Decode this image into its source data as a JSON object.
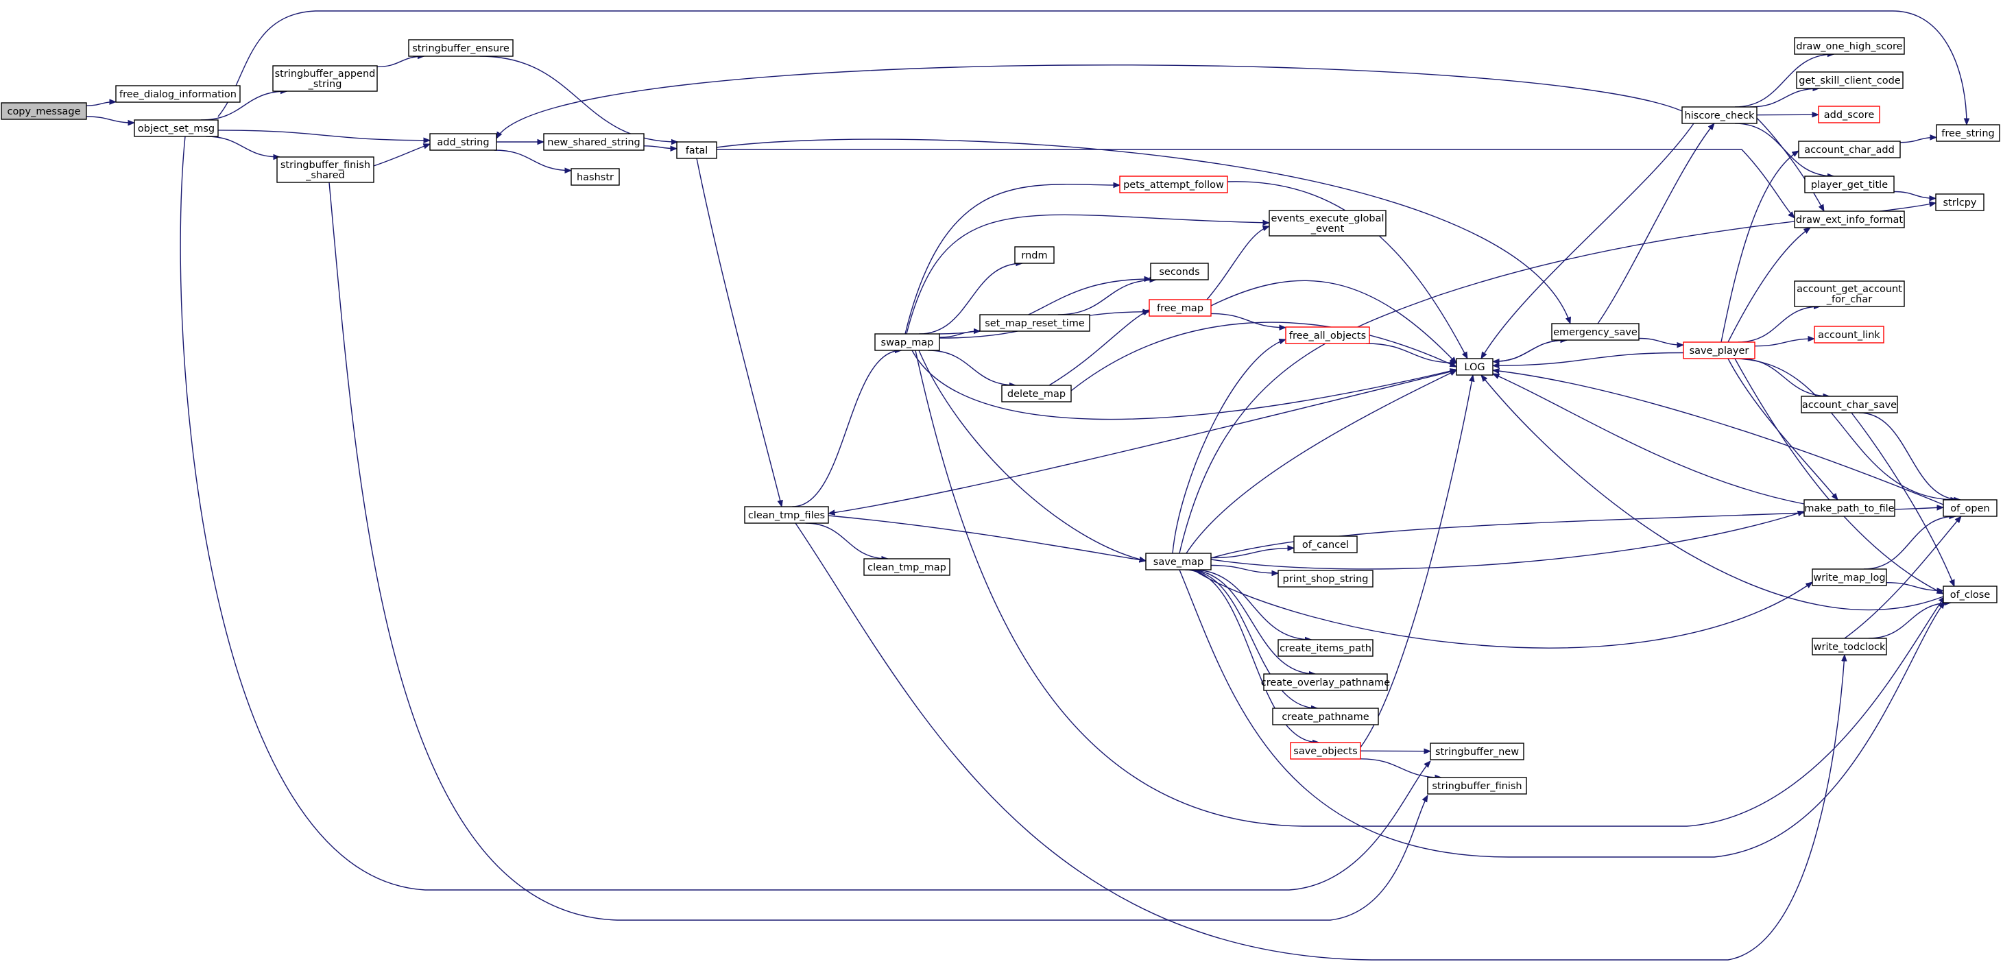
{
  "colors": {
    "edge": "#191970",
    "normal_border": "#000000",
    "truncated_border": "#ff0000",
    "root_fill": "#bfbfbf",
    "node_fill": "#ffffff",
    "text": "#000000"
  },
  "nodes": [
    {
      "id": "copy_message",
      "lines": [
        "copy_message"
      ],
      "style": "root"
    },
    {
      "id": "free_dialog_information",
      "lines": [
        "free_dialog_information"
      ],
      "style": "normal"
    },
    {
      "id": "object_set_msg",
      "lines": [
        "object_set_msg"
      ],
      "style": "normal"
    },
    {
      "id": "free_string",
      "lines": [
        "free_string"
      ],
      "style": "normal"
    },
    {
      "id": "stringbuffer_append_string",
      "lines": [
        "stringbuffer_append",
        "_string"
      ],
      "style": "normal"
    },
    {
      "id": "stringbuffer_ensure",
      "lines": [
        "stringbuffer_ensure"
      ],
      "style": "normal"
    },
    {
      "id": "add_string",
      "lines": [
        "add_string"
      ],
      "style": "normal"
    },
    {
      "id": "stringbuffer_finish_shared",
      "lines": [
        "stringbuffer_finish",
        "_shared"
      ],
      "style": "normal"
    },
    {
      "id": "new_shared_string",
      "lines": [
        "new_shared_string"
      ],
      "style": "normal"
    },
    {
      "id": "hashstr",
      "lines": [
        "hashstr"
      ],
      "style": "normal"
    },
    {
      "id": "fatal",
      "lines": [
        "fatal"
      ],
      "style": "normal"
    },
    {
      "id": "clean_tmp_files",
      "lines": [
        "clean_tmp_files"
      ],
      "style": "normal"
    },
    {
      "id": "clean_tmp_map",
      "lines": [
        "clean_tmp_map"
      ],
      "style": "normal"
    },
    {
      "id": "swap_map",
      "lines": [
        "swap_map"
      ],
      "style": "normal"
    },
    {
      "id": "pets_attempt_follow",
      "lines": [
        "pets_attempt_follow"
      ],
      "style": "truncated"
    },
    {
      "id": "rndm",
      "lines": [
        "rndm"
      ],
      "style": "normal"
    },
    {
      "id": "set_map_reset_time",
      "lines": [
        "set_map_reset_time"
      ],
      "style": "normal"
    },
    {
      "id": "delete_map",
      "lines": [
        "delete_map"
      ],
      "style": "normal"
    },
    {
      "id": "events_execute_global_event",
      "lines": [
        "events_execute_global",
        "_event"
      ],
      "style": "normal"
    },
    {
      "id": "seconds",
      "lines": [
        "seconds"
      ],
      "style": "normal"
    },
    {
      "id": "free_map",
      "lines": [
        "free_map"
      ],
      "style": "truncated"
    },
    {
      "id": "free_all_objects",
      "lines": [
        "free_all_objects"
      ],
      "style": "truncated"
    },
    {
      "id": "save_map",
      "lines": [
        "save_map"
      ],
      "style": "normal"
    },
    {
      "id": "of_cancel",
      "lines": [
        "of_cancel"
      ],
      "style": "normal"
    },
    {
      "id": "print_shop_string",
      "lines": [
        "print_shop_string"
      ],
      "style": "normal"
    },
    {
      "id": "create_items_path",
      "lines": [
        "create_items_path"
      ],
      "style": "normal"
    },
    {
      "id": "create_overlay_pathname",
      "lines": [
        "create_overlay_pathname"
      ],
      "style": "normal"
    },
    {
      "id": "create_pathname",
      "lines": [
        "create_pathname"
      ],
      "style": "normal"
    },
    {
      "id": "save_objects",
      "lines": [
        "save_objects"
      ],
      "style": "truncated"
    },
    {
      "id": "stringbuffer_new",
      "lines": [
        "stringbuffer_new"
      ],
      "style": "normal"
    },
    {
      "id": "stringbuffer_finish",
      "lines": [
        "stringbuffer_finish"
      ],
      "style": "normal"
    },
    {
      "id": "LOG",
      "lines": [
        "LOG"
      ],
      "style": "normal"
    },
    {
      "id": "emergency_save",
      "lines": [
        "emergency_save"
      ],
      "style": "normal"
    },
    {
      "id": "hiscore_check",
      "lines": [
        "hiscore_check"
      ],
      "style": "normal"
    },
    {
      "id": "save_player",
      "lines": [
        "save_player"
      ],
      "style": "truncated"
    },
    {
      "id": "draw_one_high_score",
      "lines": [
        "draw_one_high_score"
      ],
      "style": "normal"
    },
    {
      "id": "get_skill_client_code",
      "lines": [
        "get_skill_client_code"
      ],
      "style": "normal"
    },
    {
      "id": "add_score",
      "lines": [
        "add_score"
      ],
      "style": "truncated"
    },
    {
      "id": "account_char_add",
      "lines": [
        "account_char_add"
      ],
      "style": "normal"
    },
    {
      "id": "player_get_title",
      "lines": [
        "player_get_title"
      ],
      "style": "normal"
    },
    {
      "id": "draw_ext_info_format",
      "lines": [
        "draw_ext_info_format"
      ],
      "style": "normal"
    },
    {
      "id": "account_get_account_for_char",
      "lines": [
        "account_get_account",
        "_for_char"
      ],
      "style": "normal"
    },
    {
      "id": "account_link",
      "lines": [
        "account_link"
      ],
      "style": "truncated"
    },
    {
      "id": "account_char_save",
      "lines": [
        "account_char_save"
      ],
      "style": "normal"
    },
    {
      "id": "make_path_to_file",
      "lines": [
        "make_path_to_file"
      ],
      "style": "normal"
    },
    {
      "id": "write_map_log",
      "lines": [
        "write_map_log"
      ],
      "style": "normal"
    },
    {
      "id": "write_todclock",
      "lines": [
        "write_todclock"
      ],
      "style": "normal"
    },
    {
      "id": "strlcpy",
      "lines": [
        "strlcpy"
      ],
      "style": "normal"
    },
    {
      "id": "of_open",
      "lines": [
        "of_open"
      ],
      "style": "normal"
    },
    {
      "id": "of_close",
      "lines": [
        "of_close"
      ],
      "style": "normal"
    }
  ],
  "edges": [
    [
      "copy_message",
      "free_dialog_information"
    ],
    [
      "copy_message",
      "object_set_msg"
    ],
    [
      "object_set_msg",
      "free_string"
    ],
    [
      "object_set_msg",
      "stringbuffer_append_string"
    ],
    [
      "object_set_msg",
      "add_string"
    ],
    [
      "object_set_msg",
      "stringbuffer_finish_shared"
    ],
    [
      "object_set_msg",
      "stringbuffer_new"
    ],
    [
      "stringbuffer_append_string",
      "stringbuffer_ensure"
    ],
    [
      "stringbuffer_ensure",
      "fatal"
    ],
    [
      "stringbuffer_finish_shared",
      "add_string"
    ],
    [
      "stringbuffer_finish_shared",
      "stringbuffer_finish"
    ],
    [
      "add_string",
      "new_shared_string"
    ],
    [
      "add_string",
      "hashstr"
    ],
    [
      "new_shared_string",
      "fatal"
    ],
    [
      "fatal",
      "clean_tmp_files"
    ],
    [
      "fatal",
      "draw_ext_info_format"
    ],
    [
      "fatal",
      "emergency_save"
    ],
    [
      "clean_tmp_files",
      "swap_map"
    ],
    [
      "clean_tmp_files",
      "clean_tmp_map"
    ],
    [
      "clean_tmp_files",
      "save_map"
    ],
    [
      "clean_tmp_files",
      "write_todclock"
    ],
    [
      "swap_map",
      "LOG"
    ],
    [
      "swap_map",
      "pets_attempt_follow"
    ],
    [
      "swap_map",
      "events_execute_global_event"
    ],
    [
      "swap_map",
      "rndm"
    ],
    [
      "swap_map",
      "seconds"
    ],
    [
      "swap_map",
      "set_map_reset_time"
    ],
    [
      "swap_map",
      "free_map"
    ],
    [
      "swap_map",
      "delete_map"
    ],
    [
      "swap_map",
      "save_map"
    ],
    [
      "swap_map",
      "of_close"
    ],
    [
      "pets_attempt_follow",
      "LOG"
    ],
    [
      "set_map_reset_time",
      "seconds"
    ],
    [
      "delete_map",
      "free_map"
    ],
    [
      "delete_map",
      "LOG"
    ],
    [
      "free_map",
      "events_execute_global_event"
    ],
    [
      "free_map",
      "LOG"
    ],
    [
      "free_map",
      "free_all_objects"
    ],
    [
      "free_all_objects",
      "LOG"
    ],
    [
      "save_map",
      "free_all_objects"
    ],
    [
      "save_map",
      "LOG"
    ],
    [
      "save_map",
      "of_open"
    ],
    [
      "save_map",
      "make_path_to_file"
    ],
    [
      "save_map",
      "of_cancel"
    ],
    [
      "save_map",
      "print_shop_string"
    ],
    [
      "save_map",
      "create_items_path"
    ],
    [
      "save_map",
      "create_overlay_pathname"
    ],
    [
      "save_map",
      "create_pathname"
    ],
    [
      "save_map",
      "save_objects"
    ],
    [
      "save_map",
      "write_map_log"
    ],
    [
      "save_map",
      "strlcpy"
    ],
    [
      "save_map",
      "of_close"
    ],
    [
      "save_objects",
      "LOG"
    ],
    [
      "save_objects",
      "stringbuffer_new"
    ],
    [
      "save_objects",
      "stringbuffer_finish"
    ],
    [
      "LOG",
      "clean_tmp_files"
    ],
    [
      "LOG",
      "emergency_save"
    ],
    [
      "emergency_save",
      "LOG"
    ],
    [
      "emergency_save",
      "hiscore_check"
    ],
    [
      "emergency_save",
      "save_player"
    ],
    [
      "hiscore_check",
      "draw_one_high_score"
    ],
    [
      "hiscore_check",
      "get_skill_client_code"
    ],
    [
      "hiscore_check",
      "add_score"
    ],
    [
      "hiscore_check",
      "player_get_title"
    ],
    [
      "hiscore_check",
      "draw_ext_info_format"
    ],
    [
      "hiscore_check",
      "add_string"
    ],
    [
      "hiscore_check",
      "LOG"
    ],
    [
      "save_player",
      "LOG"
    ],
    [
      "save_player",
      "account_char_add"
    ],
    [
      "save_player",
      "draw_ext_info_format"
    ],
    [
      "save_player",
      "account_get_account_for_char"
    ],
    [
      "save_player",
      "account_link"
    ],
    [
      "save_player",
      "account_char_save"
    ],
    [
      "save_player",
      "make_path_to_file"
    ],
    [
      "save_player",
      "of_open"
    ],
    [
      "save_player",
      "of_close"
    ],
    [
      "account_char_add",
      "free_string"
    ],
    [
      "player_get_title",
      "strlcpy"
    ],
    [
      "account_char_save",
      "of_open"
    ],
    [
      "account_char_save",
      "of_close"
    ],
    [
      "make_path_to_file",
      "LOG"
    ],
    [
      "write_map_log",
      "of_open"
    ],
    [
      "write_map_log",
      "of_close"
    ],
    [
      "write_todclock",
      "of_open"
    ],
    [
      "write_todclock",
      "of_close"
    ],
    [
      "of_open",
      "LOG"
    ],
    [
      "of_close",
      "LOG"
    ]
  ]
}
